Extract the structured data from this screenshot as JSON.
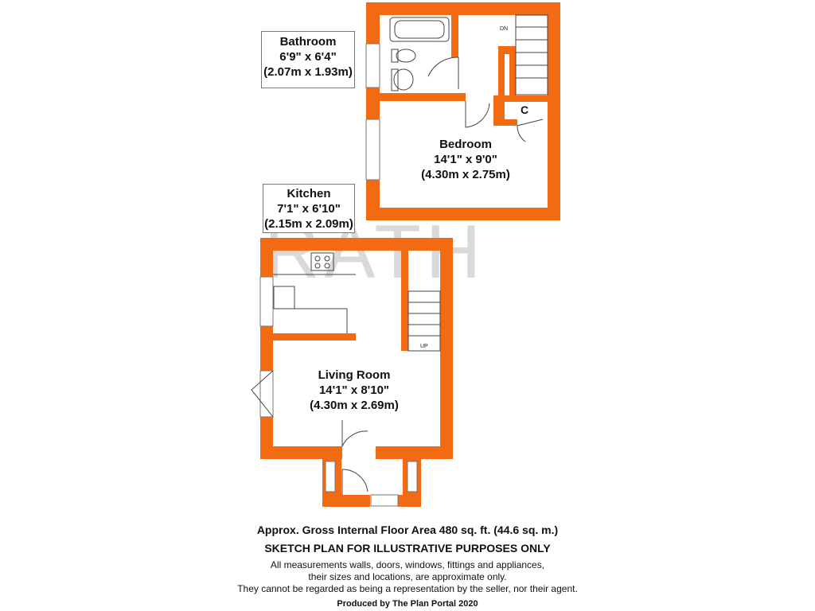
{
  "rooms": {
    "bathroom": {
      "name": "Bathroom",
      "imperial": "6'9\" x 6'4\"",
      "metric": "(2.07m x 1.93m)"
    },
    "bedroom": {
      "name": "Bedroom",
      "imperial": "14'1\" x 9'0\"",
      "metric": "(4.30m x 2.75m)"
    },
    "kitchen": {
      "name": "Kitchen",
      "imperial": "7'1\" x 6'10\"",
      "metric": "(2.15m x 2.09m)"
    },
    "living_room": {
      "name": "Living Room",
      "imperial": "14'1\" x 8'10\"",
      "metric": "(4.30m x 2.69m)"
    },
    "cupboard": {
      "name": "C"
    }
  },
  "stairs": {
    "down_label": "DN",
    "up_label": "UP"
  },
  "watermark": {
    "text": "RATH"
  },
  "footer": {
    "area": "Approx. Gross Internal Floor Area 480 sq. ft. (44.6 sq. m.)",
    "sketch": "SKETCH PLAN FOR ILLUSTRATIVE PURPOSES ONLY",
    "disclaimer_1": "All measurements walls, doors, windows, fittings and appliances,",
    "disclaimer_2": "their sizes and locations, are approximate only.",
    "disclaimer_3": "They cannot be regarded as being a representation by the seller, nor their agent.",
    "produced": "Produced by The Plan Portal 2020"
  },
  "colors": {
    "wall": "#F26A12",
    "window": "#ffffff",
    "fixture": "#444444"
  }
}
